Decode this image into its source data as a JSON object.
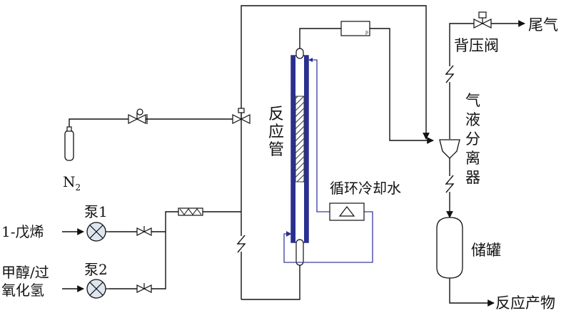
{
  "labels": {
    "n2": "N",
    "n2_sub": "2",
    "pump1": "泵1",
    "pump2": "泵2",
    "feed1": "1-戊烯",
    "feed2_line1": "甲醇/过",
    "feed2_line2": "氧化氢",
    "reactor": [
      "反",
      "应",
      "管"
    ],
    "cooling": "循环冷却水",
    "back_pressure_valve": "背压阀",
    "tail_gas": "尾气",
    "separator": [
      "气",
      "液",
      "分",
      "离",
      "器"
    ],
    "storage": "储罐",
    "product": "反应产物"
  },
  "colors": {
    "line": "#111111",
    "reactor_jacket": "#2a2f8f",
    "coolant": "#3a3aa0",
    "pump_fill": "#dfe6f0",
    "packing": "#555555"
  }
}
